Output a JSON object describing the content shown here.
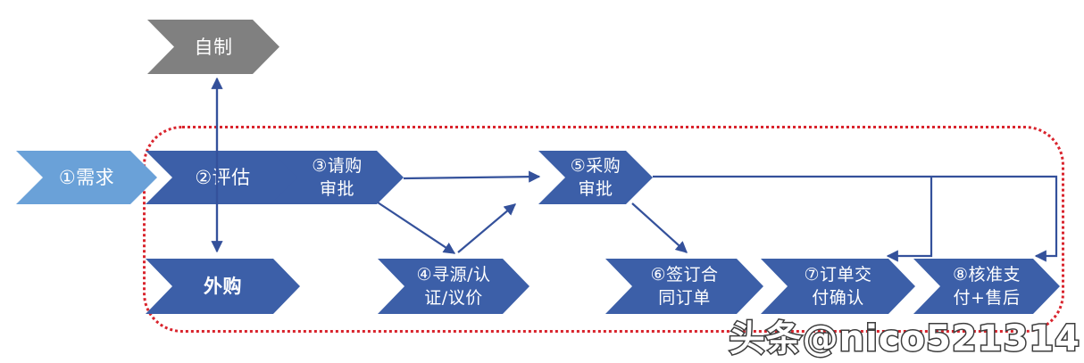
{
  "diagram_title": "procurement-process-flow",
  "watermark": "头条@nico521314",
  "colors": {
    "node_blue": "#3c5fa8",
    "node_light_blue": "#6aa1d8",
    "node_gray": "#808080",
    "connector_blue": "#34519b",
    "boundary_red": "#d9242d",
    "label_text": "#ffffff"
  },
  "nodes": [
    {
      "id": "demand",
      "label": "①需求"
    },
    {
      "id": "evaluate",
      "label": "②评估"
    },
    {
      "id": "self-made",
      "label": "自制"
    },
    {
      "id": "outsource",
      "label": "外购"
    },
    {
      "id": "requisition-approval",
      "label": "③请购\n审批"
    },
    {
      "id": "sourcing-negotiation",
      "label": "④寻源/认\n证/议价"
    },
    {
      "id": "purchase-approval",
      "label": "⑤采购\n审批"
    },
    {
      "id": "sign-contract-order",
      "label": "⑥签订合\n同订单"
    },
    {
      "id": "delivery-confirm",
      "label": "⑦订单交\n付确认"
    },
    {
      "id": "payment-aftersales",
      "label": "⑧核准支\n付+售后"
    }
  ],
  "edges": [
    {
      "from": "evaluate",
      "to": "self-made"
    },
    {
      "from": "evaluate",
      "to": "outsource"
    },
    {
      "from": "requisition-approval",
      "to": "purchase-approval"
    },
    {
      "from": "requisition-approval",
      "to": "sourcing-negotiation"
    },
    {
      "from": "sourcing-negotiation",
      "to": "purchase-approval"
    },
    {
      "from": "purchase-approval",
      "to": "sign-contract-order"
    },
    {
      "from": "purchase-approval",
      "to": "delivery-confirm"
    },
    {
      "from": "purchase-approval",
      "to": "payment-aftersales"
    }
  ]
}
